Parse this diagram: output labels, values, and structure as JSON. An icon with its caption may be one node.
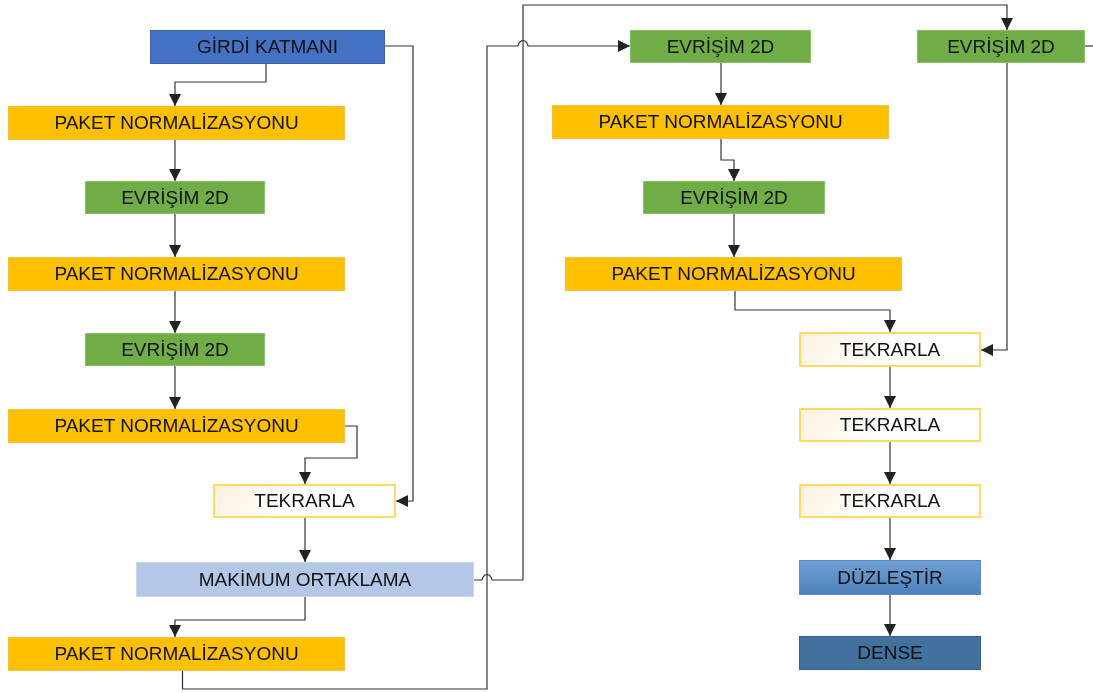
{
  "diagram": {
    "nodes": [
      {
        "text": [
          "GİRDİ KATMANI"
        ]
      },
      {
        "text": [
          "PAKET NORMALİZASYONU"
        ]
      },
      {
        "text": [
          "EVRİŞİM 2D"
        ]
      },
      {
        "text": [
          "PAKET NORMALİZASYONU"
        ]
      },
      {
        "text": [
          "EVRİŞİM 2D"
        ]
      },
      {
        "text": [
          "PAKET NORMALİZASYONU"
        ]
      },
      {
        "text": [
          "TEKRARLA"
        ]
      },
      {
        "text": [
          "MAKİMUM ORTAKLAMA"
        ]
      },
      {
        "text": [
          "PAKET NORMALİZASYONU"
        ]
      },
      {
        "text": [
          "EVRİŞİM 2D"
        ]
      },
      {
        "text": [
          "EVRİŞİM 2D"
        ]
      },
      {
        "text": [
          "PAKET NORMALİZASYONU"
        ]
      },
      {
        "text": [
          "EVRİŞİM 2D"
        ]
      },
      {
        "text": [
          "PAKET NORMALİZASYONU"
        ]
      },
      {
        "text": [
          "TEKRARLA"
        ]
      },
      {
        "text": [
          "TEKRARLA"
        ]
      },
      {
        "text": [
          "TEKRARLA"
        ]
      },
      {
        "text": [
          "DÜZLEŞTİR"
        ]
      },
      {
        "text": [
          "DENSE"
        ]
      }
    ],
    "edges": [
      {
        "from": 0,
        "to": 1,
        "arrow": "to"
      },
      {
        "from": 0,
        "to": 6,
        "arrow": "to"
      },
      {
        "from": 1,
        "to": 2,
        "arrow": "to"
      },
      {
        "from": 2,
        "to": 3,
        "arrow": "to"
      },
      {
        "from": 3,
        "to": 4,
        "arrow": "to"
      },
      {
        "from": 4,
        "to": 5,
        "arrow": "to"
      },
      {
        "from": 5,
        "to": 6,
        "arrow": "to"
      },
      {
        "from": 6,
        "to": 7,
        "arrow": "to"
      },
      {
        "from": 7,
        "to": 8,
        "arrow": "to"
      },
      {
        "from": 8,
        "to": 9,
        "arrow": "to"
      },
      {
        "from": 7,
        "to": 10,
        "arrow": "to"
      },
      {
        "from": null,
        "to": 10,
        "arrow": "none"
      },
      {
        "from": 10,
        "to": 14,
        "arrow": "to"
      },
      {
        "from": 9,
        "to": 11,
        "arrow": "to"
      },
      {
        "from": 11,
        "to": 12,
        "arrow": "to"
      },
      {
        "from": 12,
        "to": 13,
        "arrow": "to"
      },
      {
        "from": 13,
        "to": 14,
        "arrow": "to"
      },
      {
        "from": 14,
        "to": 15,
        "arrow": "to"
      },
      {
        "from": 15,
        "to": 16,
        "arrow": "to"
      },
      {
        "from": 16,
        "to": 17,
        "arrow": "to"
      },
      {
        "from": 17,
        "to": 18,
        "arrow": "to"
      }
    ]
  }
}
